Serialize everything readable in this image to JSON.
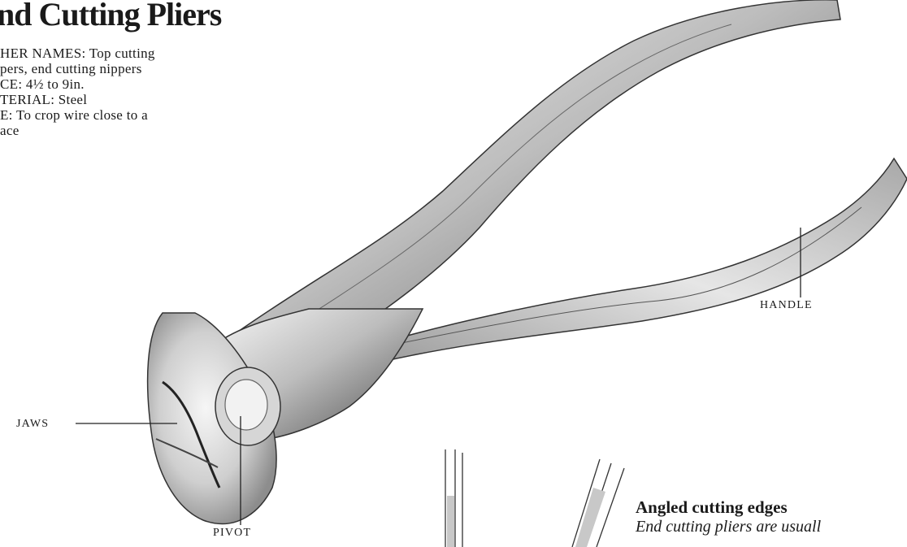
{
  "title": "nd Cutting Pliers",
  "specs": [
    "HER NAMES: Top cutting",
    "pers, end cutting nippers",
    "CE: 4½ to 9in.",
    "TERIAL: Steel",
    "E: To crop wire close to a",
    "ace"
  ],
  "labels": {
    "jaws": "JAWS",
    "pivot": "PIVOT",
    "handle": "HANDLE"
  },
  "caption": {
    "title": "Angled cutting edges",
    "body": "End cutting pliers are usuall"
  }
}
